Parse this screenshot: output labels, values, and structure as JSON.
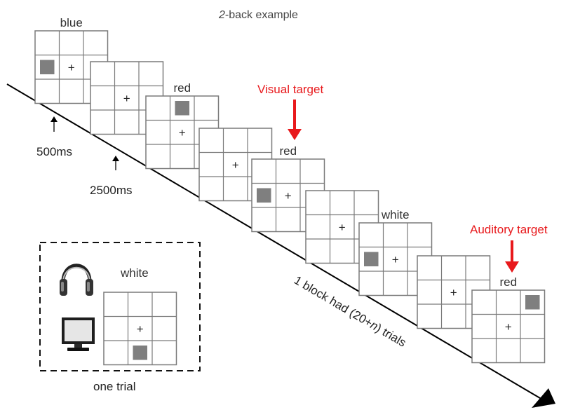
{
  "title_n": "2",
  "title_rest": "-back example",
  "colors": {
    "target": "#e8191c",
    "square": "#7f7f7f",
    "grid": "#7a7a7a",
    "text": "#222222"
  },
  "labels": {
    "time_500": "500ms",
    "time_2500": "2500ms",
    "visual_target": "Visual target",
    "auditory_target": "Auditory target",
    "block_prefix": "1 block had (20+",
    "block_n": "n",
    "block_suffix": ") trials"
  },
  "legend": {
    "word": "white",
    "caption": "one trial",
    "headphones_icon": "headphones-icon",
    "monitor_icon": "monitor-icon"
  },
  "trials": [
    {
      "word": "blue"
    },
    {
      "word": ""
    },
    {
      "word": "red"
    },
    {
      "word": ""
    },
    {
      "word": "red"
    },
    {
      "word": ""
    },
    {
      "word": "white"
    },
    {
      "word": ""
    },
    {
      "word": "red"
    }
  ],
  "crosshair": "+"
}
